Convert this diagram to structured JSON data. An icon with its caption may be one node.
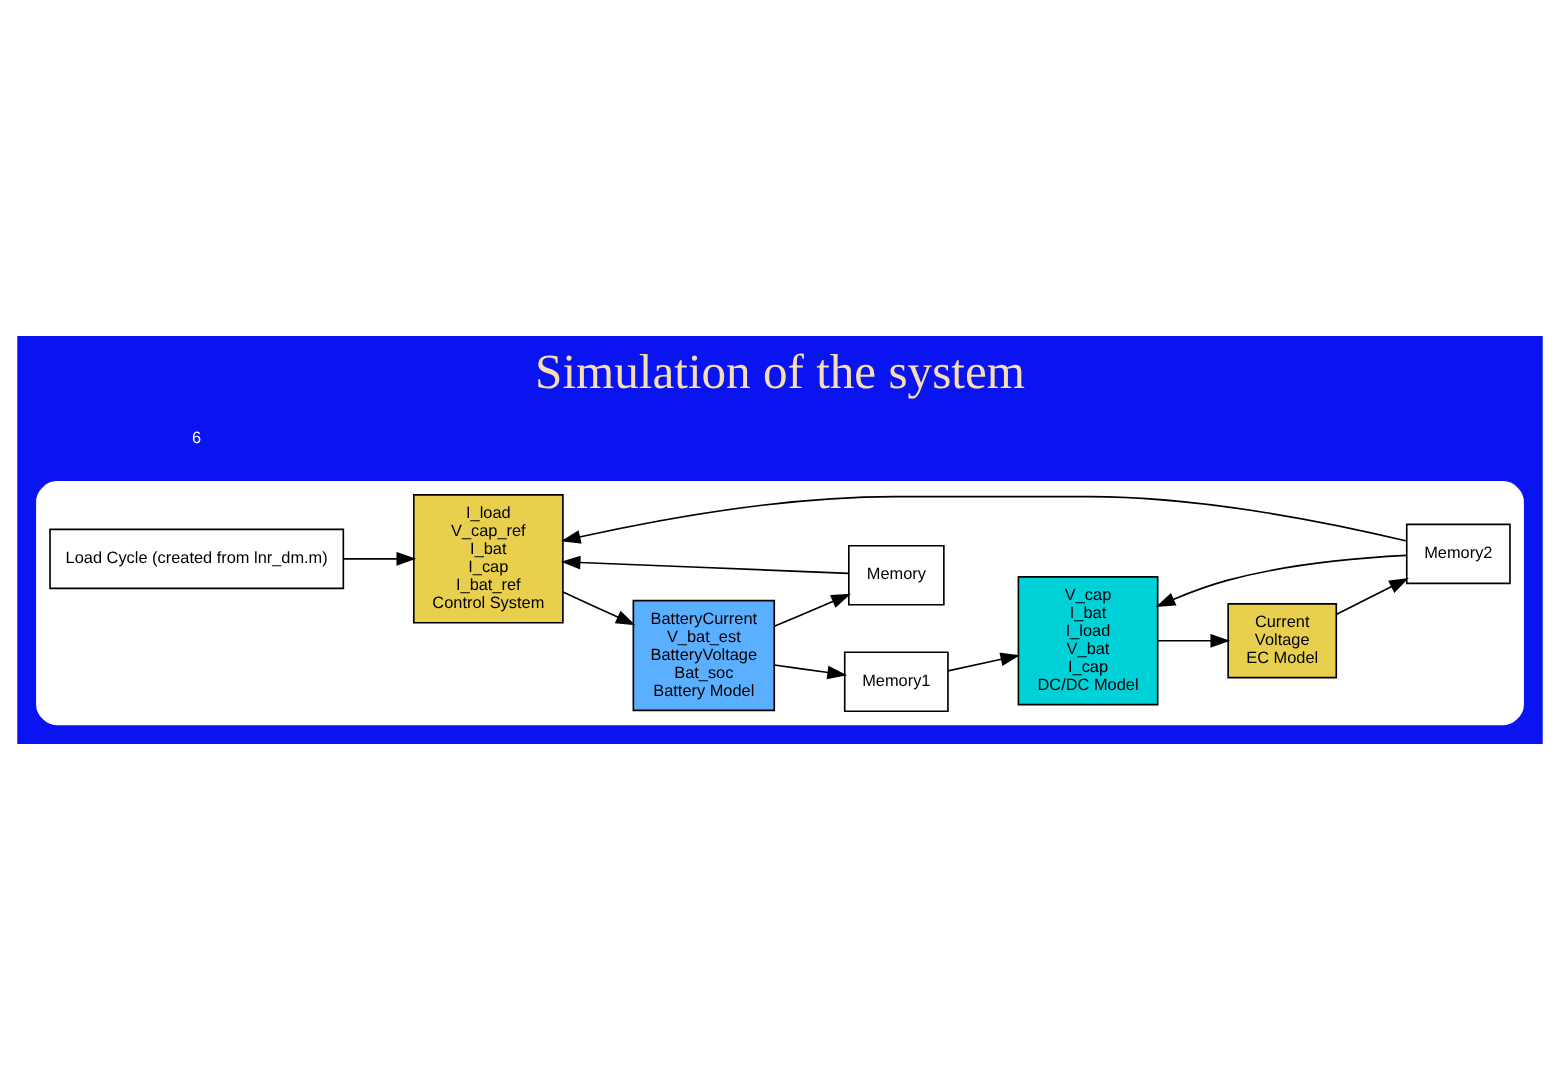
{
  "diagram": {
    "title": "Simulation of the system",
    "nodes": [
      {
        "text": [],
        "shape": "box"
      },
      {
        "text": [
          "Load Cycle (created from lnr_dm.m)"
        ],
        "in": 0
      },
      {
        "text": [
          "I_load",
          "V_cap_ref",
          "I_bat",
          "I_cap",
          "I_bat_ref",
          "Control System"
        ],
        "in": 0
      },
      {
        "text": [
          "BatteryCurrent",
          "V_bat_est",
          "BatteryVoltage",
          "Bat_soc",
          "Battery Model"
        ],
        "in": 0
      },
      {
        "text": [
          "Memory"
        ],
        "in": 0
      },
      {
        "text": [
          "Memory2"
        ],
        "in": 0
      },
      {
        "text": [
          "V_cap",
          "I_bat",
          "I_load",
          "V_bat",
          "I_cap",
          "DC/DC Model"
        ],
        "in": 0
      },
      {
        "text": [
          "Current",
          "Voltage",
          "EC Model"
        ],
        "in": 0
      },
      {
        "text": [
          "Memory1"
        ],
        "in": 0
      }
    ],
    "edges": [
      {
        "from": 1,
        "to": 2,
        "arrow": "to"
      },
      {
        "from": 2,
        "to": 3,
        "arrow": "to"
      },
      {
        "from": 3,
        "to": 4,
        "arrow": "to"
      },
      {
        "from": 4,
        "to": 2,
        "arrow": "to"
      },
      {
        "from": 5,
        "to": 2,
        "arrow": "to"
      },
      {
        "from": 5,
        "to": 6,
        "arrow": "to"
      },
      {
        "from": 6,
        "to": 7,
        "arrow": "to"
      },
      {
        "from": 7,
        "to": 5,
        "arrow": "to"
      },
      {
        "from": 3,
        "to": 8,
        "arrow": "to"
      },
      {
        "from": 8,
        "to": 6,
        "arrow": "to"
      }
    ],
    "labels": [
      "6"
    ]
  }
}
